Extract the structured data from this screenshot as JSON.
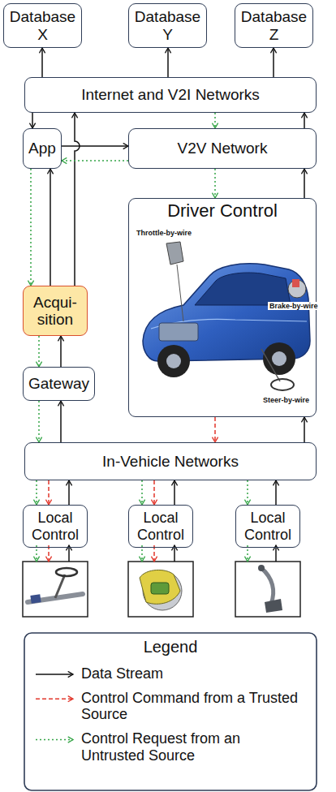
{
  "diagram": {
    "nodes": [
      {
        "text": [
          "Database X"
        ]
      },
      {
        "text": [
          "Database Y"
        ]
      },
      {
        "text": [
          "Database Z"
        ]
      },
      {
        "text": [
          "Internet and V2I Networks"
        ]
      },
      {
        "text": [
          "App"
        ]
      },
      {
        "text": [
          "V2V Network"
        ]
      },
      {
        "text": [
          "Driver Control"
        ]
      },
      {
        "text": [
          "Acqui- sition"
        ]
      },
      {
        "text": [
          "Gateway"
        ]
      },
      {
        "text": [
          "In-Vehicle Networks"
        ]
      },
      {
        "text": [
          "Local Control"
        ]
      },
      {
        "text": [
          "Local Control"
        ]
      },
      {
        "text": [
          "Local Control"
        ]
      }
    ],
    "edges": [
      {
        "from": 3,
        "to": 0,
        "arrow": "to"
      },
      {
        "from": 3,
        "to": 1,
        "arrow": "to"
      },
      {
        "from": 3,
        "to": 2,
        "arrow": "to"
      },
      {
        "from": 3,
        "to": 4,
        "arrow": "to"
      },
      {
        "from": 7,
        "to": 3,
        "arrow": "to"
      },
      {
        "from": 4,
        "to": 5,
        "arrow": "to"
      },
      {
        "from": 5,
        "to": 3,
        "arrow": "to"
      },
      {
        "from": 3,
        "to": 5,
        "arrow": "to"
      },
      {
        "from": 5,
        "to": 4,
        "arrow": "to"
      },
      {
        "from": 5,
        "to": 6,
        "arrow": "to"
      },
      {
        "from": 6,
        "to": 5,
        "arrow": "to"
      },
      {
        "from": 4,
        "to": 7,
        "arrow": "to"
      },
      {
        "from": 7,
        "to": 4,
        "arrow": "to"
      },
      {
        "from": 7,
        "to": 8,
        "arrow": "to"
      },
      {
        "from": 8,
        "to": 7,
        "arrow": "to"
      },
      {
        "from": 8,
        "to": 9,
        "arrow": "to"
      },
      {
        "from": 9,
        "to": 8,
        "arrow": "to"
      },
      {
        "from": 6,
        "to": 9,
        "arrow": "to"
      },
      {
        "from": 9,
        "to": 6,
        "arrow": "to"
      },
      {
        "from": 9,
        "to": 10,
        "arrow": "to"
      },
      {
        "from": 9,
        "to": 10,
        "arrow": "to"
      },
      {
        "from": 10,
        "to": 9,
        "arrow": "to"
      },
      {
        "from": 9,
        "to": 11,
        "arrow": "to"
      },
      {
        "from": 9,
        "to": 11,
        "arrow": "to"
      },
      {
        "from": 11,
        "to": 9,
        "arrow": "to"
      },
      {
        "from": 9,
        "to": 12,
        "arrow": "to"
      },
      {
        "from": 12,
        "to": 9,
        "arrow": "to"
      }
    ],
    "labels": [
      "Throttle-by-wire",
      "Brake-by-wire",
      "Steer-by-wire",
      "Legend"
    ],
    "legend": [
      {
        "text": "Data Stream"
      },
      {
        "text": "Control Command from a Trusted Source"
      },
      {
        "text": "Control Request from an Untrusted Source"
      }
    ]
  }
}
